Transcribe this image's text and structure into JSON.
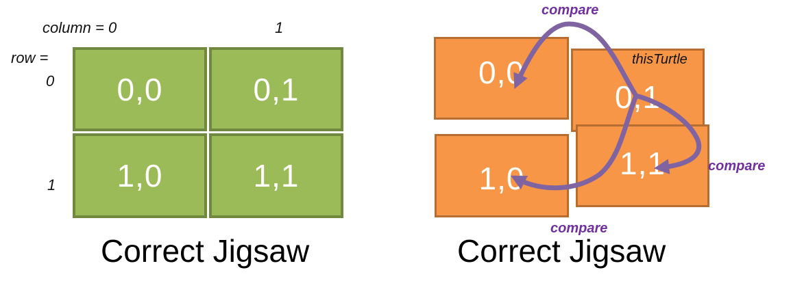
{
  "left": {
    "column_label": "column = 0",
    "column_1_label": "1",
    "row_label_line1": "row =",
    "row_label_line2": "0",
    "row_1_label": "1",
    "tiles": [
      "0,0",
      "0,1",
      "1,0",
      "1,1"
    ],
    "caption": "Correct Jigsaw"
  },
  "right": {
    "tiles": [
      "0,0",
      "0,1",
      "1,0",
      "1,1"
    ],
    "this_turtle_label": "thisTurtle",
    "compare_top": "compare",
    "compare_right": "compare",
    "compare_bottom": "compare",
    "caption": "Correct Jigsaw"
  },
  "colors": {
    "green_fill": "#9bbb59",
    "green_border": "#71893f",
    "orange_fill": "#f79646",
    "orange_border": "#b66d31",
    "arrow": "#8064a2",
    "compare_text": "#7030a0"
  }
}
